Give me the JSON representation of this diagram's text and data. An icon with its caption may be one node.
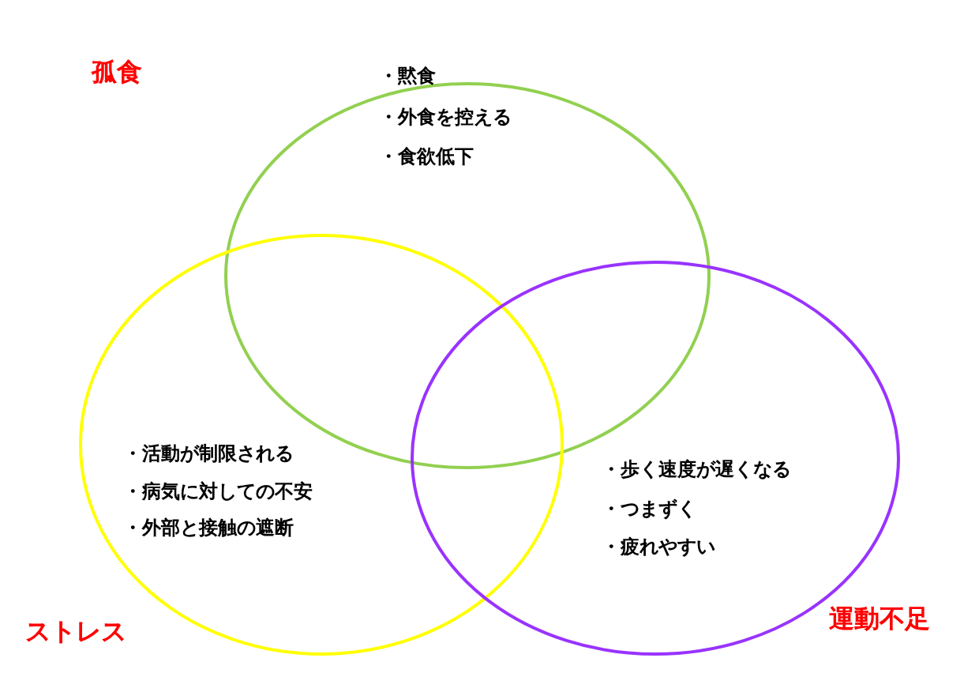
{
  "diagram": {
    "nodes": [
      {
        "text": [
          "孤食",
          "・黙食",
          "・外食を控える",
          "・食欲低下"
        ]
      },
      {
        "text": [
          "ストレス",
          "・活動が制限される",
          "・病気に対しての不安",
          "・外部と接触の遮断"
        ]
      },
      {
        "text": [
          "運動不足",
          "・歩く速度が遅くなる",
          "・つまずく",
          "・疲れやすい"
        ]
      }
    ]
  }
}
